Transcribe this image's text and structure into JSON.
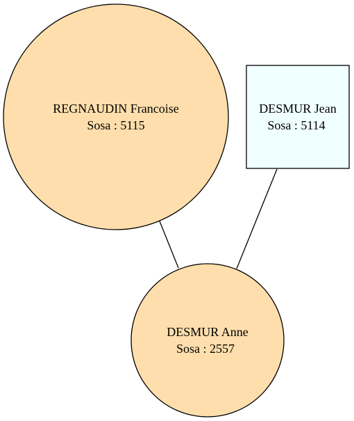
{
  "colors": {
    "female_fill": "#fedeac",
    "male_fill": "#f0ffff",
    "stroke": "#000000",
    "edge": "#000000"
  },
  "nodes": {
    "regnaudin": {
      "name": "REGNAUDIN Francoise",
      "sosa": "Sosa : 5115",
      "shape": "circle"
    },
    "desmur_jean": {
      "name": "DESMUR Jean",
      "sosa": "Sosa : 5114",
      "shape": "box"
    },
    "desmur_anne": {
      "name": "DESMUR Anne",
      "sosa": "Sosa : 2557",
      "shape": "circle"
    }
  },
  "edges": [
    {
      "from": "regnaudin",
      "to": "desmur_anne"
    },
    {
      "from": "desmur_jean",
      "to": "desmur_anne"
    }
  ]
}
